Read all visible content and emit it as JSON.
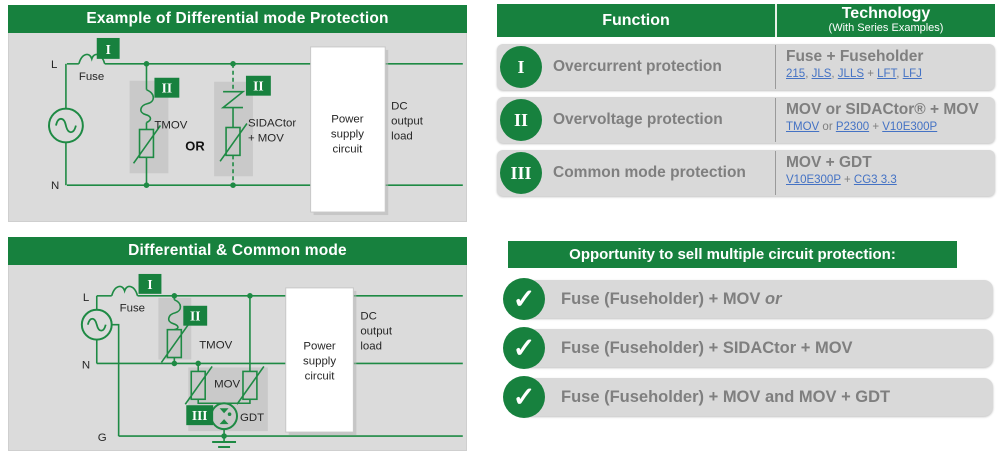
{
  "colors": {
    "green": "#17813E",
    "panel_gray": "#DBDBDB",
    "component_box_gray": "#C9C9C9",
    "row_gray": "#D9D9D9",
    "text_gray": "#7F7F7F",
    "link_blue": "#4472C4",
    "circuit_line_green": "#1E8A44"
  },
  "panel_tl": {
    "title": "Example of Differential mode Protection",
    "badge_i": "I",
    "badge_ii": "II",
    "labels": {
      "l": "L",
      "n": "N",
      "fuse": "Fuse",
      "tmov": "TMOV",
      "or_word": "OR",
      "sidactor": "SIDACtor",
      "sidactor2": "+ MOV",
      "ps1": "Power",
      "ps2": "supply",
      "ps3": "circuit",
      "dc1": "DC",
      "dc2": "output",
      "dc3": "load"
    }
  },
  "panel_bl": {
    "title": "Differential & Common mode",
    "badge_i": "I",
    "badge_ii": "II",
    "badge_iii": "III",
    "labels": {
      "l": "L",
      "n": "N",
      "g": "G",
      "fuse": "Fuse",
      "tmov": "TMOV",
      "mov": "MOV",
      "gdt": "GDT",
      "ps1": "Power",
      "ps2": "supply",
      "ps3": "circuit",
      "dc1": "DC",
      "dc2": "output",
      "dc3": "load"
    }
  },
  "table": {
    "header": {
      "function": "Function",
      "technology": "Technology",
      "technology_sub": "(With Series Examples)"
    },
    "rows": [
      {
        "numeral": "I",
        "function": "Overcurrent protection",
        "tech_title": "Fuse + Fuseholder",
        "segments": [
          {
            "t": "215",
            "link": true
          },
          {
            "t": ", ",
            "link": false
          },
          {
            "t": "JLS",
            "link": true
          },
          {
            "t": ", ",
            "link": false
          },
          {
            "t": "JLLS",
            "link": true
          },
          {
            "t": " + ",
            "link": false
          },
          {
            "t": "LFT",
            "link": true
          },
          {
            "t": ", ",
            "link": false
          },
          {
            "t": "LFJ",
            "link": true
          }
        ]
      },
      {
        "numeral": "II",
        "function": "Overvoltage protection",
        "tech_title": "MOV or SIDACtor® + MOV",
        "segments": [
          {
            "t": "TMOV",
            "link": true
          },
          {
            "t": " or ",
            "link": false
          },
          {
            "t": "P2300",
            "link": true
          },
          {
            "t": " + ",
            "link": false
          },
          {
            "t": "V10E300P",
            "link": true
          }
        ]
      },
      {
        "numeral": "III",
        "function": "Common mode protection",
        "tech_title": "MOV + GDT",
        "segments": [
          {
            "t": "V10E300P",
            "link": true
          },
          {
            "t": " + ",
            "link": false
          },
          {
            "t": "CG3 3.3",
            "link": true
          }
        ]
      }
    ]
  },
  "opportunity": {
    "title": "Opportunity to sell multiple circuit protection:",
    "check": "✓",
    "items": [
      {
        "main": "Fuse (Fuseholder) + MOV ",
        "italic": "or"
      },
      {
        "main": "Fuse (Fuseholder) + SIDACtor + MOV",
        "italic": ""
      },
      {
        "main": "Fuse (Fuseholder) + MOV and MOV + GDT",
        "italic": ""
      }
    ]
  }
}
